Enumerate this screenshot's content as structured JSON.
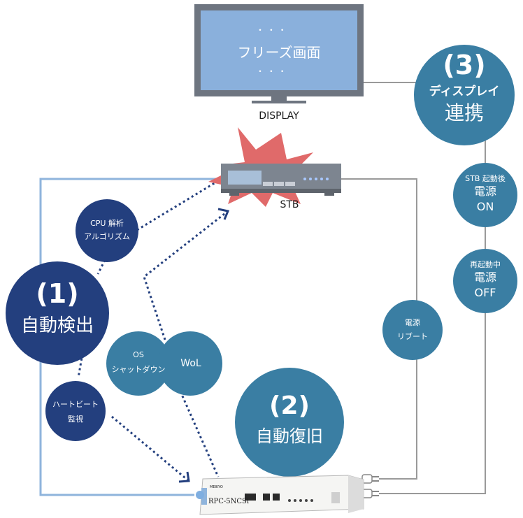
{
  "display": {
    "screen_text": "フリーズ画面",
    "label": "DISPLAY"
  },
  "stb": {
    "label": "STB"
  },
  "circles": {
    "auto_detect": {
      "number": "(1)",
      "title": "自動検出"
    },
    "auto_recover": {
      "number": "(2)",
      "title": "自動復旧"
    },
    "display_link": {
      "number": "(3)",
      "line1": "ディスプレイ",
      "line2": "連携"
    },
    "cpu": {
      "line1": "CPU 解析",
      "line2": "アルゴリズム"
    },
    "heartbeat": {
      "line1": "ハートビート",
      "line2": "監視"
    },
    "os_shutdown": {
      "line1": "OS",
      "line2": "シャットダウン"
    },
    "wol": {
      "label": "WoL"
    },
    "power_reboot": {
      "line1": "電源",
      "line2": "リブート"
    },
    "power_on": {
      "line1": "STB 起動後",
      "line2": "電源",
      "line3": "ON"
    },
    "power_off": {
      "line1": "再起動中",
      "line2": "電源",
      "line3": "OFF"
    }
  },
  "device": {
    "model": "RPC-5NCSi",
    "brand": "MEIKYO"
  },
  "colors": {
    "navy": "#233f7e",
    "teal": "#3a7ea3",
    "screen": "#8ab0dc",
    "frame": "#6e7580",
    "burst": "#e06a6a",
    "blue_line": "#8fb4dc",
    "gray_line": "#9a9a9a"
  }
}
